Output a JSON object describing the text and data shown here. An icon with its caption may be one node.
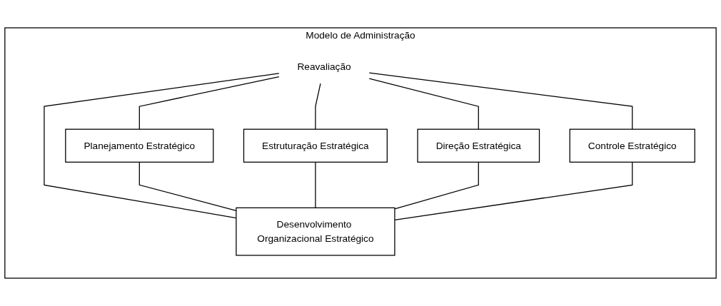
{
  "diagram": {
    "nodes": [
      {
        "text": [
          "Modelo de Administração"
        ]
      },
      {
        "text": [
          "Reavaliação"
        ],
        "in": 0
      },
      {
        "text": [
          "Planejamento Estratégico"
        ],
        "in": 0
      },
      {
        "text": [
          "Estruturação Estratégica"
        ],
        "in": 0
      },
      {
        "text": [
          "Direção Estratégica"
        ],
        "in": 0
      },
      {
        "text": [
          "Controle Estratégico"
        ],
        "in": 0
      },
      {
        "text": [
          "Desenvolvimento Organizacional Estratégico"
        ],
        "in": 0
      }
    ],
    "edges": [
      {
        "from": 1,
        "to": 2,
        "arrow": "none"
      },
      {
        "from": 1,
        "to": 3,
        "arrow": "none"
      },
      {
        "from": 1,
        "to": 6,
        "arrow": "none"
      },
      {
        "from": 1,
        "to": 4,
        "arrow": "none"
      },
      {
        "from": 1,
        "to": 5,
        "arrow": "none"
      },
      {
        "from": 2,
        "to": 6,
        "arrow": "none"
      },
      {
        "from": 3,
        "to": 6,
        "arrow": "none"
      },
      {
        "from": 4,
        "to": 6,
        "arrow": "none"
      },
      {
        "from": 5,
        "to": 6,
        "arrow": "none"
      }
    ]
  }
}
